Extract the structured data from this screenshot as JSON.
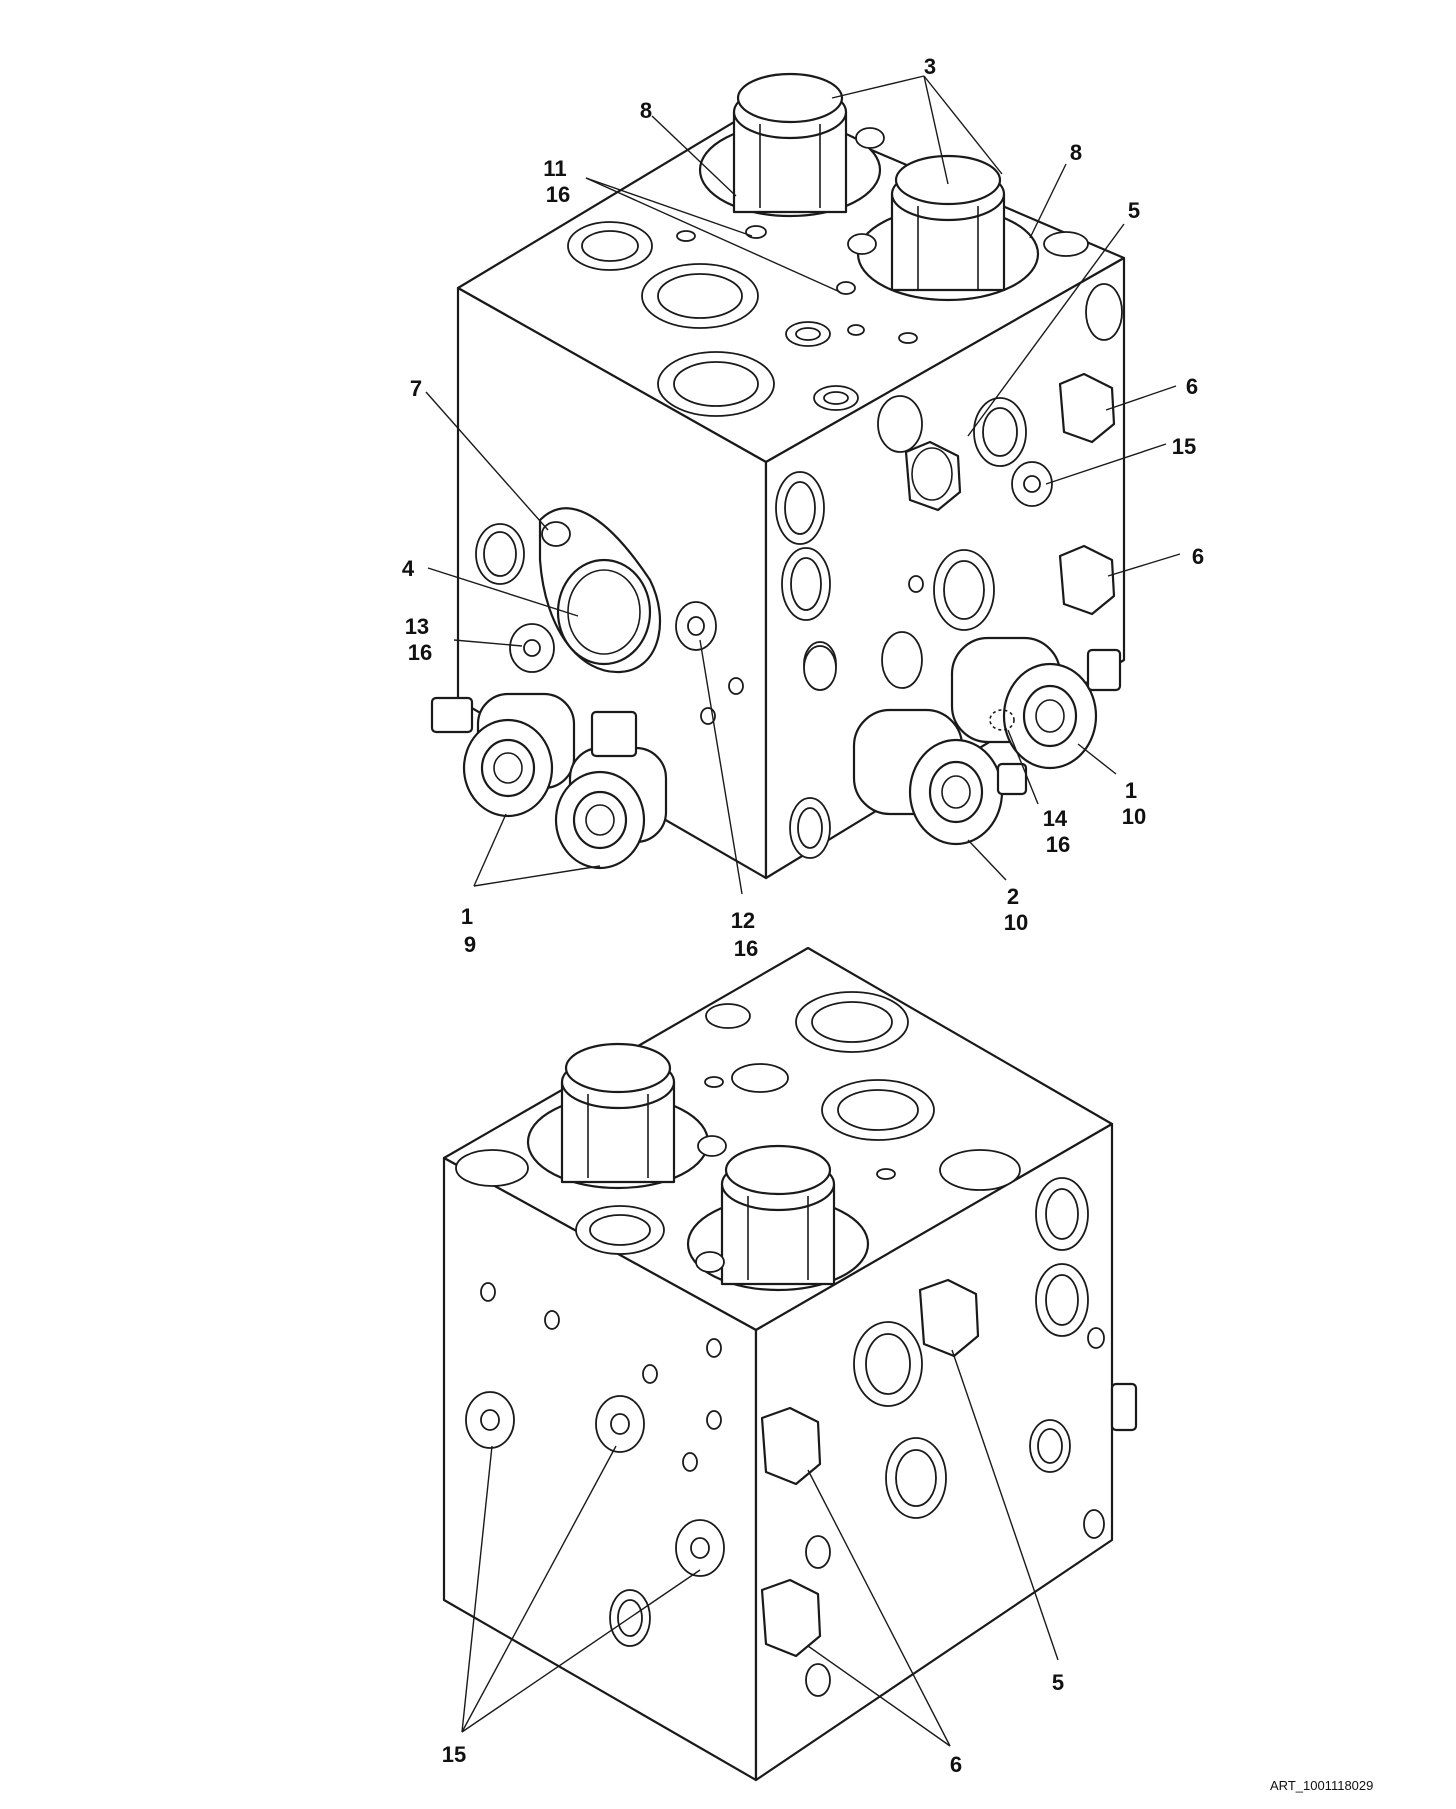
{
  "art_id": "ART_1001118029",
  "upper_view": {
    "callouts": [
      {
        "id": "c3",
        "lines": [
          "3"
        ]
      },
      {
        "id": "c8a",
        "lines": [
          "8"
        ]
      },
      {
        "id": "c8b",
        "lines": [
          "8"
        ]
      },
      {
        "id": "c11",
        "lines": [
          "11",
          "16"
        ]
      },
      {
        "id": "c5",
        "lines": [
          "5"
        ]
      },
      {
        "id": "c6a",
        "lines": [
          "6"
        ]
      },
      {
        "id": "c15",
        "lines": [
          "15"
        ]
      },
      {
        "id": "c7",
        "lines": [
          "7"
        ]
      },
      {
        "id": "c6b",
        "lines": [
          "6"
        ]
      },
      {
        "id": "c4",
        "lines": [
          "4"
        ]
      },
      {
        "id": "c13",
        "lines": [
          "13",
          "16"
        ]
      },
      {
        "id": "c1a",
        "lines": [
          "1",
          "10"
        ]
      },
      {
        "id": "c14",
        "lines": [
          "14",
          "16"
        ]
      },
      {
        "id": "c2",
        "lines": [
          "2",
          "10"
        ]
      },
      {
        "id": "c1b",
        "lines": [
          "1",
          "9"
        ]
      },
      {
        "id": "c12",
        "lines": [
          "12",
          "16"
        ]
      }
    ]
  },
  "lower_view": {
    "callouts": [
      {
        "id": "d5",
        "lines": [
          "5"
        ]
      },
      {
        "id": "d15",
        "lines": [
          "15"
        ]
      },
      {
        "id": "d6",
        "lines": [
          "6"
        ]
      }
    ]
  }
}
